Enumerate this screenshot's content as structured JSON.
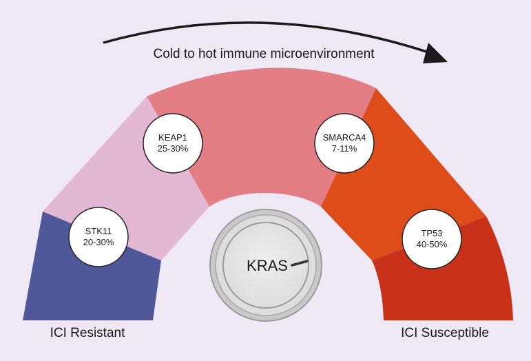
{
  "arrow": {
    "label": "Cold to hot immune microenvironment"
  },
  "center": {
    "label": "KRAS"
  },
  "ends": {
    "left": "ICI Resistant",
    "right": "ICI Susceptible"
  },
  "genes": [
    {
      "name": "STK11",
      "range": "20-30%"
    },
    {
      "name": "KEAP1",
      "range": "25-30%"
    },
    {
      "name": "SMARCA4",
      "range": "7-11%"
    },
    {
      "name": "TP53",
      "range": "40-50%"
    }
  ],
  "colors": {
    "background": "#efe9f5",
    "segment_1": "#4f5899",
    "segment_2": "#e2b8d2",
    "segment_3": "#e37e84",
    "segment_4": "#dd4c19",
    "segment_5": "#c93119"
  }
}
